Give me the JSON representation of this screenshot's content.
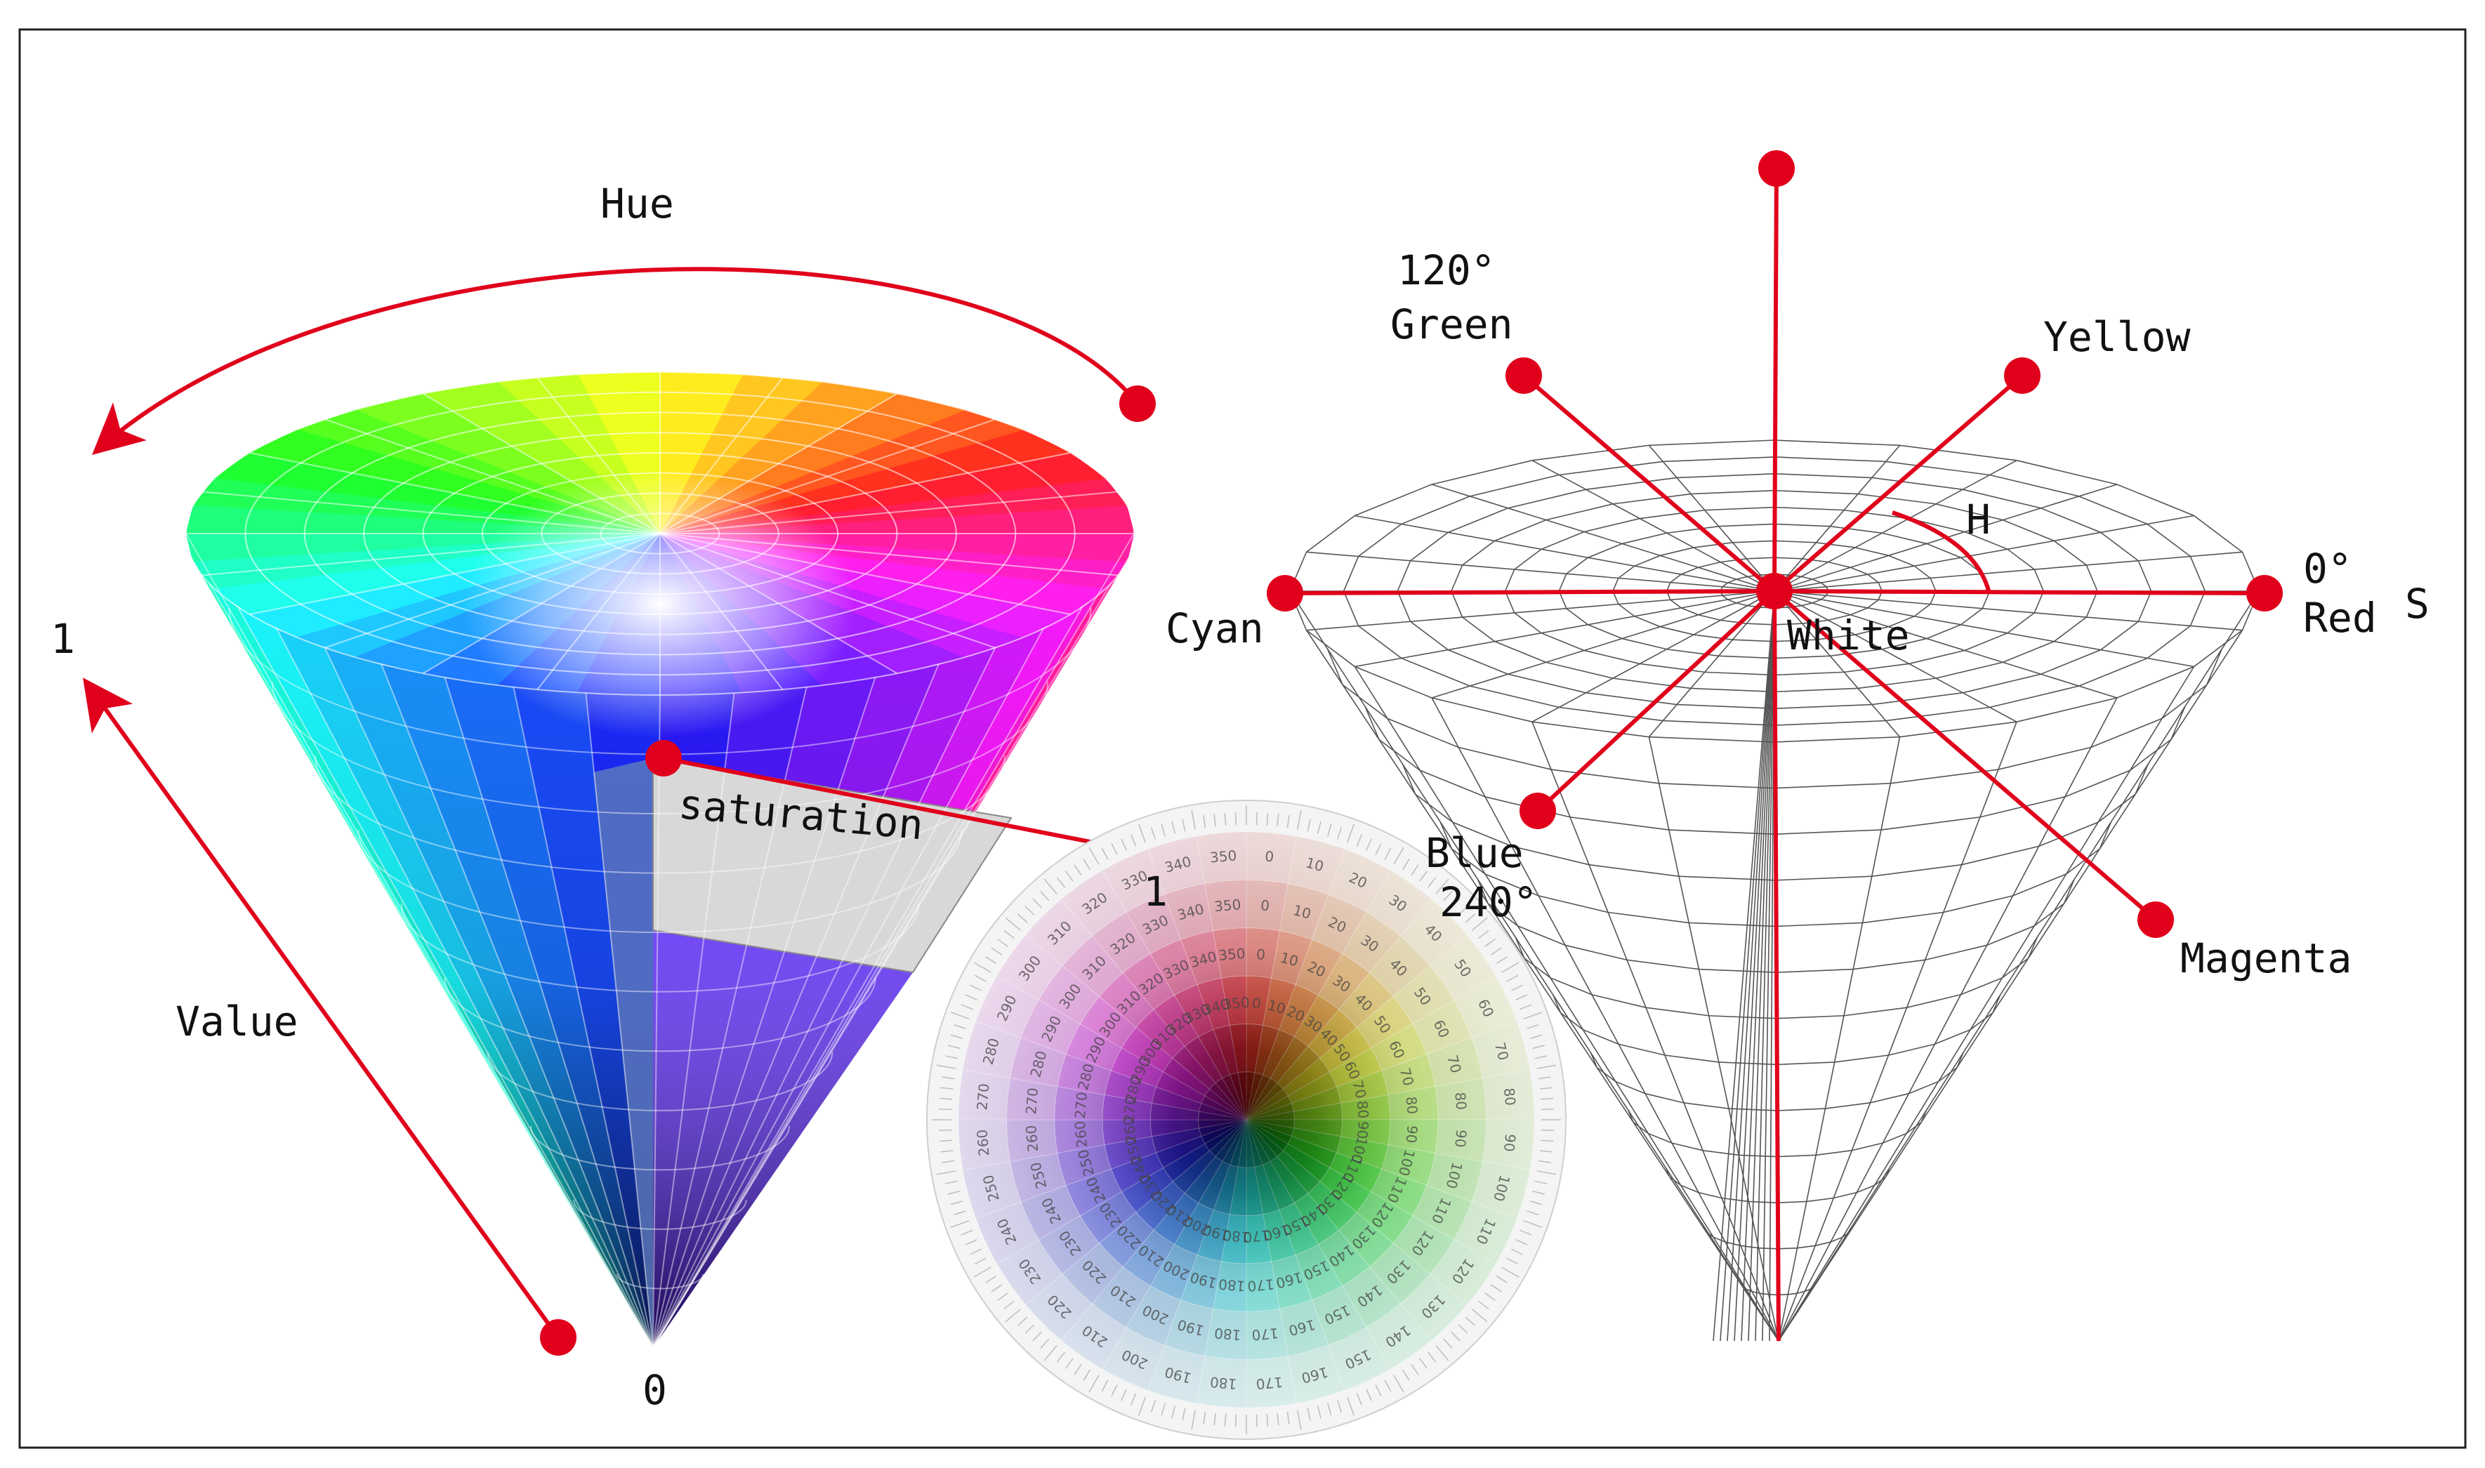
{
  "diagram": {
    "left_cone": {
      "hue_label": "Hue",
      "value_label": "Value",
      "saturation_label": "saturation",
      "value_top_label": "1",
      "value_bottom_label": "0"
    },
    "hue_wheel": {
      "saturation_max_label": "1",
      "hue_step_degrees": 10,
      "ring_count": 6
    },
    "right_cone": {
      "green_angle_label": "120°",
      "green_label": "Green",
      "yellow_label": "Yellow",
      "h_label": "H",
      "red_angle_label": "0°",
      "red_label": "Red",
      "s_label": "S",
      "cyan_label": "Cyan",
      "white_label": "White",
      "blue_label": "Blue",
      "blue_angle_label": "240°",
      "magenta_label": "Magenta"
    },
    "colors": {
      "accent": "#e0001b",
      "frame": "#222222",
      "grid": "#555555",
      "panel": "#d8d8d8"
    }
  }
}
